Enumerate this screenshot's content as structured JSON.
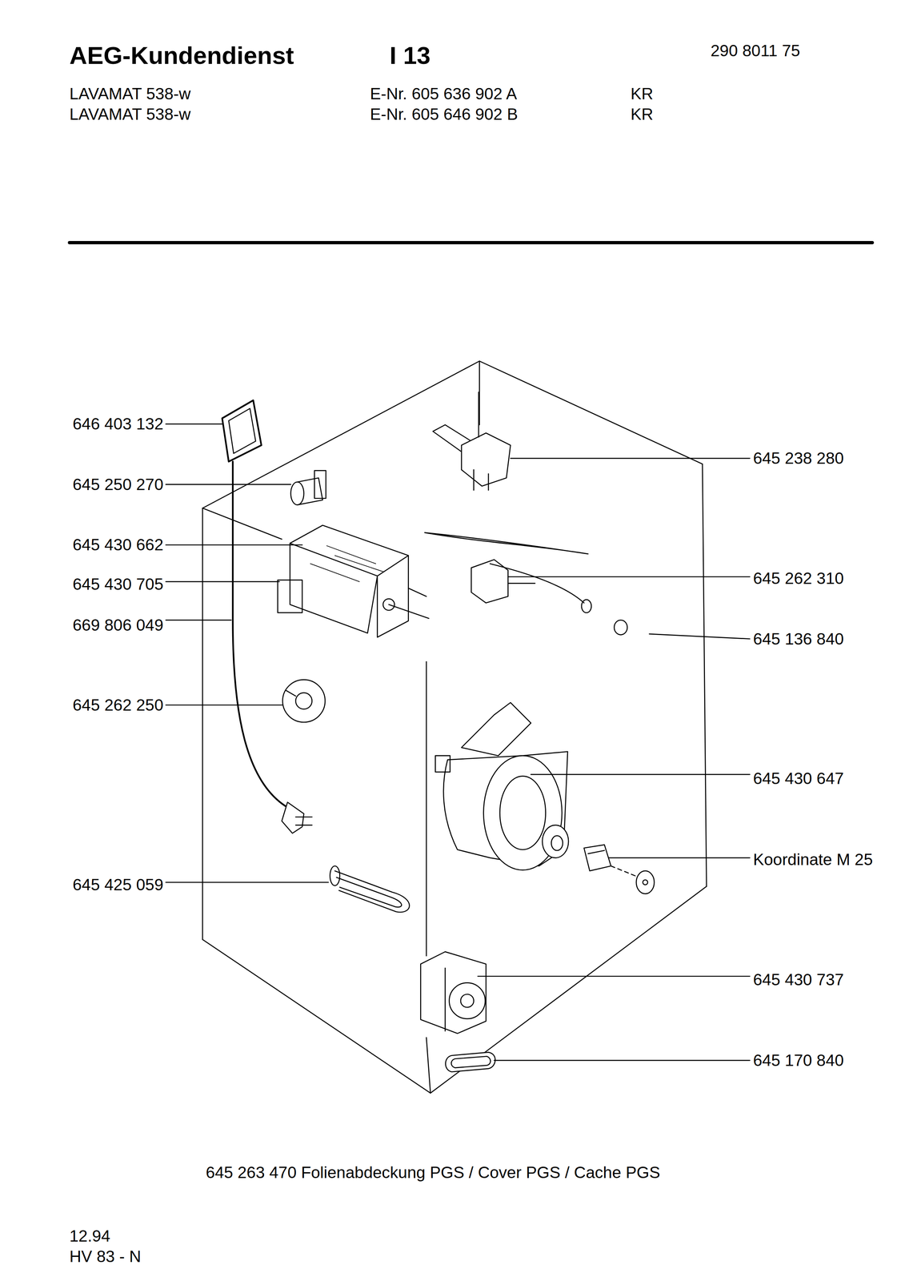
{
  "diagram": {
    "title": "AEG-Kundendienst",
    "caption": "645 263 470  Folienabdeckung PGS / Cover PGS / Cache PGS",
    "labels": [
      "I 13",
      "290 8011 75",
      "LAVAMAT 538-w",
      "E-Nr. 605 636 902 A",
      "KR",
      "LAVAMAT 538-w",
      "E-Nr. 605 646 902 B",
      "KR",
      "646 403 132",
      "645 250 270",
      "645 430 662",
      "645 430 705",
      "669 806 049",
      "645 262 250",
      "645 425 059",
      "645 238 280",
      "645 262 310",
      "645 136 840",
      "645 430 647",
      "Koordinate M 25",
      "645 430 737",
      "645 170 840",
      "12.94",
      "HV 83 - N"
    ]
  }
}
